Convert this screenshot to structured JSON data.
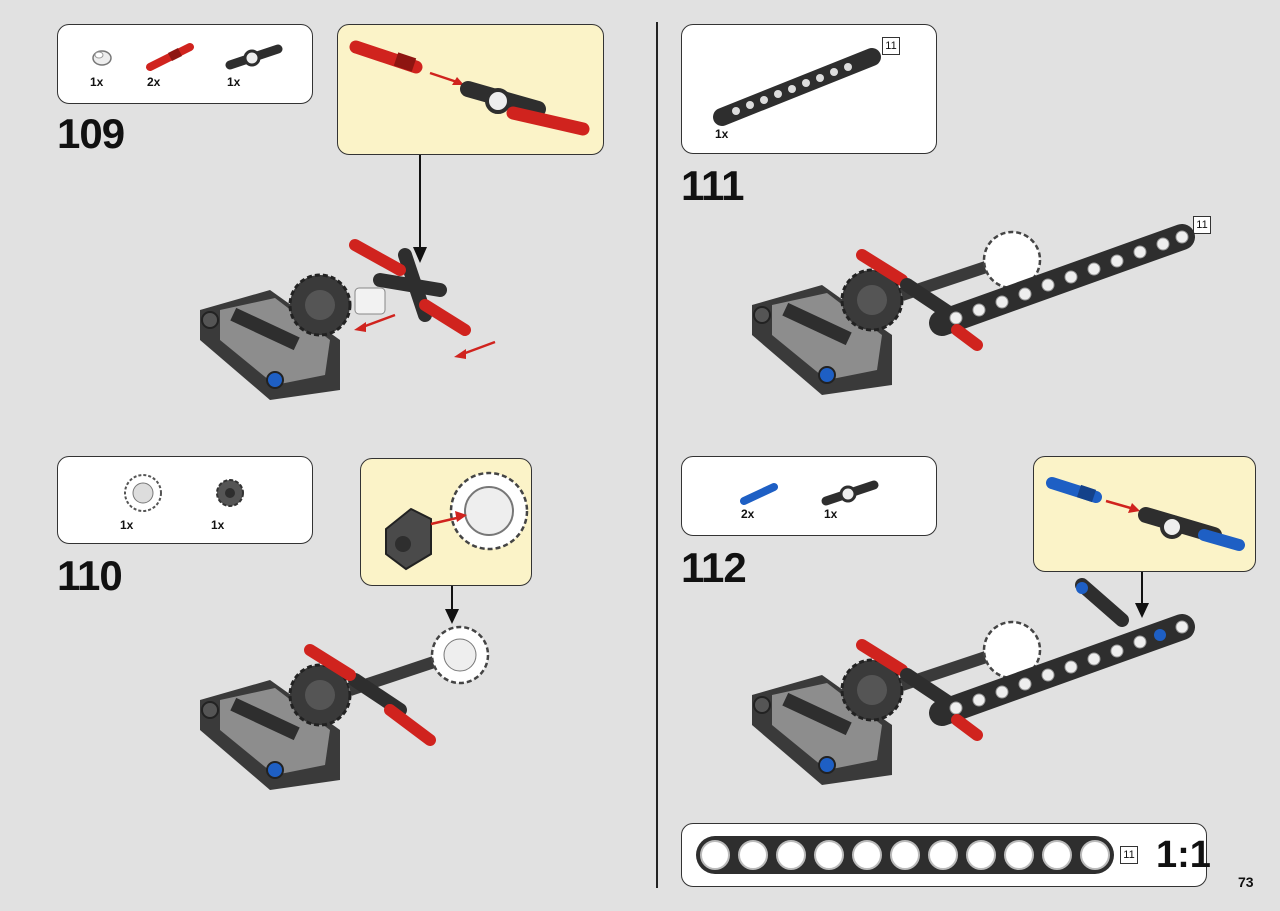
{
  "page": {
    "number": "73"
  },
  "steps": [
    {
      "number": "109",
      "parts": [
        {
          "qty": "1x",
          "part": "bush"
        },
        {
          "qty": "2x",
          "part": "red-axle-pin"
        },
        {
          "qty": "1x",
          "part": "cross-block"
        }
      ]
    },
    {
      "number": "110",
      "parts": [
        {
          "qty": "1x",
          "part": "gear-ring"
        },
        {
          "qty": "1x",
          "part": "gear-hub"
        }
      ]
    },
    {
      "number": "111",
      "parts": [
        {
          "qty": "1x",
          "part": "beam-11"
        }
      ],
      "length_badge": "11",
      "model_badge": "11"
    },
    {
      "number": "112",
      "parts": [
        {
          "qty": "2x",
          "part": "blue-axle-pin"
        },
        {
          "qty": "1x",
          "part": "cross-block"
        }
      ]
    }
  ],
  "scale": {
    "label": "1:1",
    "length_badge": "11"
  },
  "colors": {
    "background": "#e1e1e1",
    "callout": "#fbf3c8",
    "red": "#d0231e",
    "blue": "#1e5fc4",
    "dark": "#2e2e2e",
    "grey": "#7a7a7a"
  }
}
